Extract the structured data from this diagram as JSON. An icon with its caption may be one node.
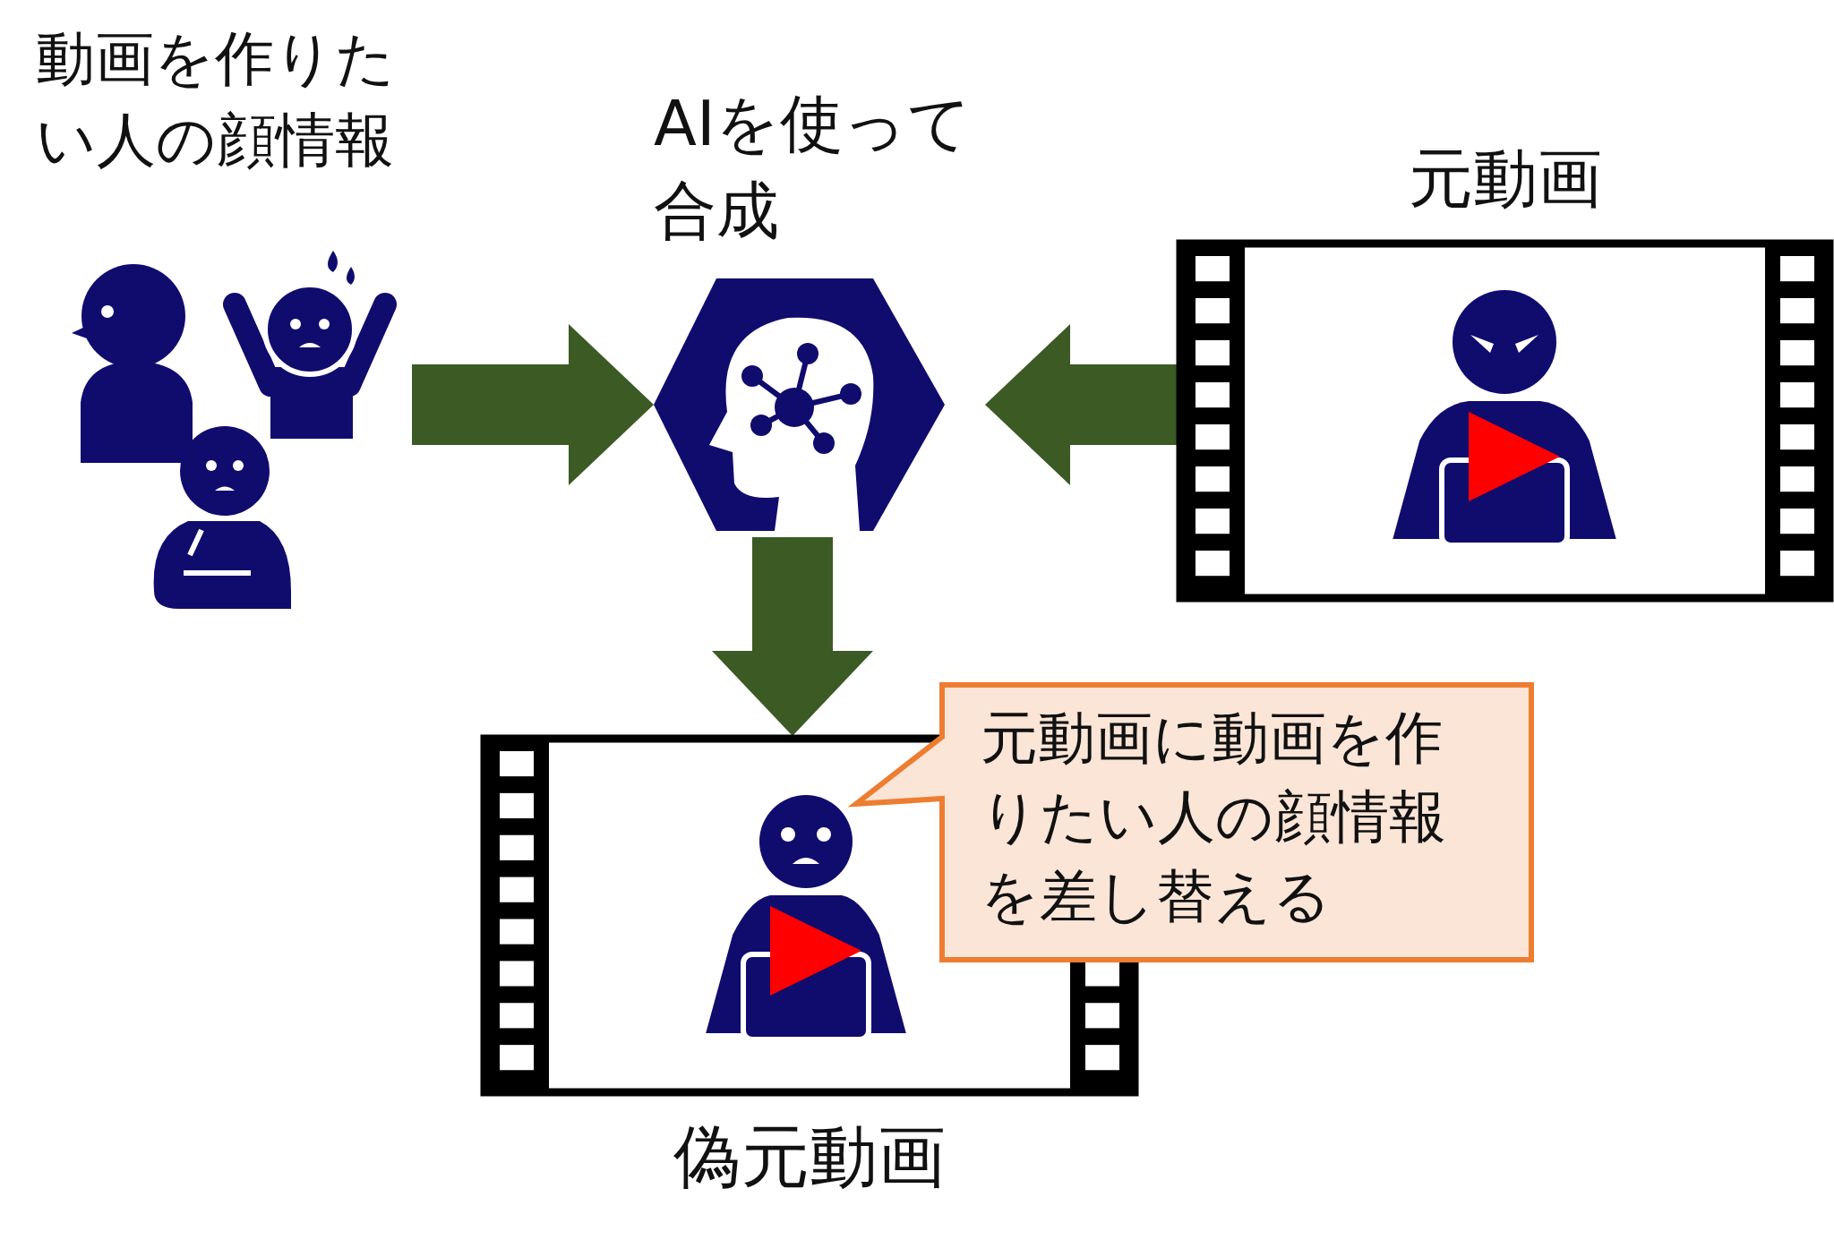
{
  "diagram": {
    "nodes": [
      {
        "text": [
          "動画を作りたい人の顔情報"
        ]
      },
      {
        "text": [
          "AIを使って合成"
        ]
      },
      {
        "text": [
          "元動画"
        ]
      },
      {
        "text": [
          "偽元動画"
        ]
      },
      {
        "text": [
          "元動画に動画を作りたい人の顔情報を差し替える"
        ]
      }
    ],
    "edges": [
      {
        "from": 0,
        "to": 1,
        "arrow": "to"
      },
      {
        "from": 2,
        "to": 1,
        "arrow": "to"
      },
      {
        "from": 1,
        "to": 3,
        "arrow": "to"
      }
    ]
  }
}
